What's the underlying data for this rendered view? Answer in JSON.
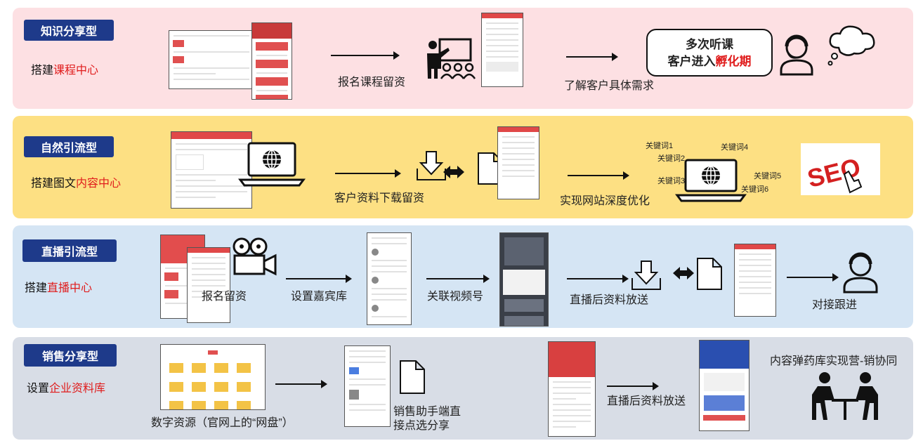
{
  "rows": [
    {
      "tag": "知识分享型",
      "subtitle_prefix": "搭建",
      "subtitle_highlight": "课程中心",
      "subtitle_suffix": "",
      "step_labels": [
        "报名课程留资",
        "了解客户具体需求"
      ],
      "callout": {
        "line1": "多次听课",
        "line2_prefix": "客户进入",
        "line2_highlight": "孵化期"
      }
    },
    {
      "tag": "自然引流型",
      "subtitle_prefix": "搭建图文",
      "subtitle_highlight": "内容中心",
      "subtitle_suffix": "",
      "step_labels": [
        "客户资料下载留资",
        "实现网站深度优化"
      ],
      "keywords": [
        "关键词1",
        "关键词2",
        "关键词3",
        "关键词4",
        "关键词5",
        "关键词6"
      ],
      "seo_text": "SEO"
    },
    {
      "tag": "直播引流型",
      "subtitle_prefix": "搭建",
      "subtitle_highlight": "直播中心",
      "subtitle_suffix": "",
      "step_labels": [
        "报名留资",
        "设置嘉宾库",
        "关联视频号",
        "直播后资料放送",
        "对接跟进"
      ]
    },
    {
      "tag": "销售分享型",
      "subtitle_prefix": "设置",
      "subtitle_highlight": "企业资料库",
      "subtitle_suffix": "",
      "step_labels": [
        "数字资源（官网上的“网盘”）",
        "销售助手端直",
        "接点选分享",
        "直播后资料放送",
        "内容弹药库实现营-销协同"
      ]
    }
  ],
  "icons": [
    "presenter-icon",
    "customer-service-icon",
    "thought-cloud-icon",
    "laptop-globe-icon",
    "download-icon",
    "document-icon",
    "double-arrow-icon",
    "movie-camera-icon",
    "person-icon",
    "meeting-icon"
  ],
  "colors": {
    "tag_bg": "#1e3a8a",
    "highlight": "#e01c1c",
    "row1_bg": "#fde0e3",
    "row2_bg": "#fde083",
    "row3_bg": "#d5e5f4",
    "row4_bg": "#d8dde6"
  }
}
